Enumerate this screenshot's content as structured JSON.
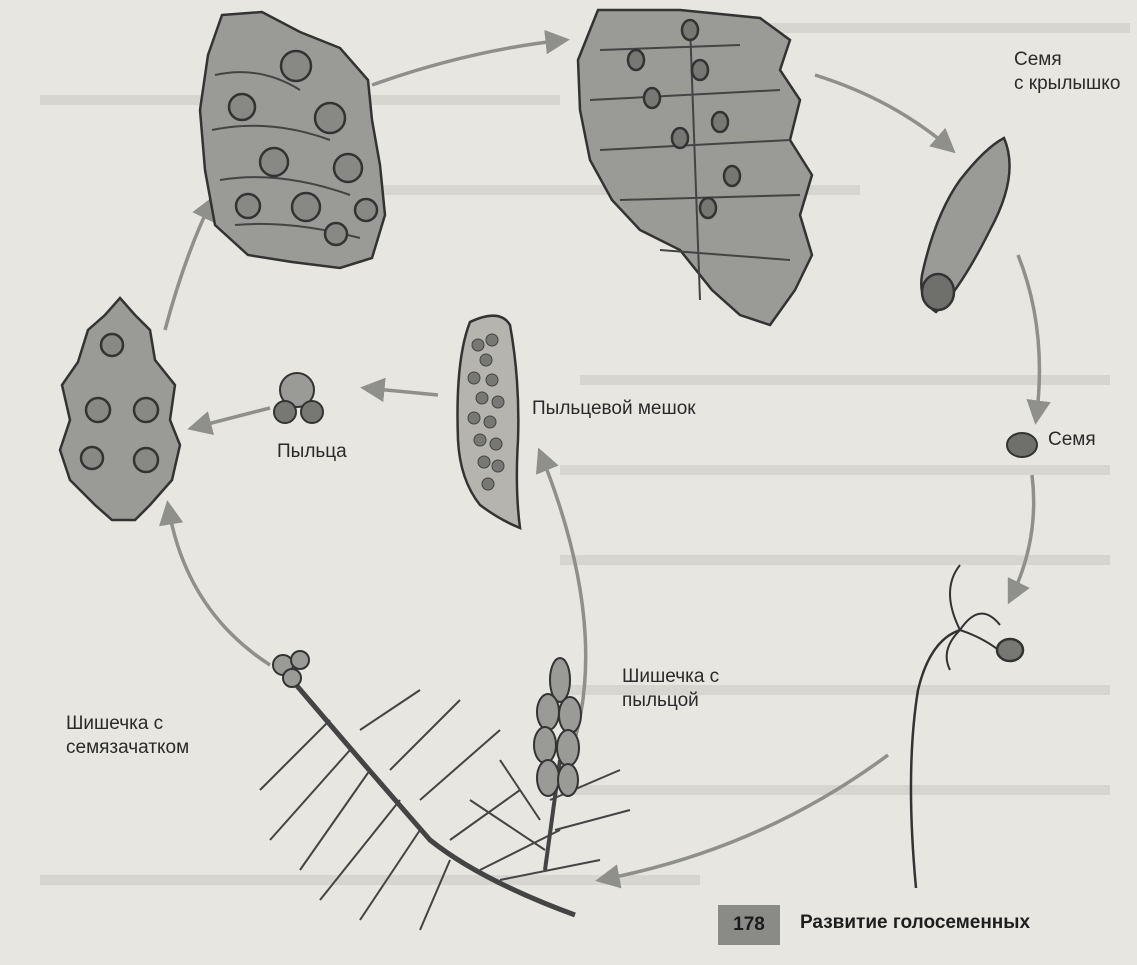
{
  "labels": {
    "seed_with_wing": "Семя\nс крылышко",
    "seed": "Семя",
    "pollen_sac": "Пыльцевой мешок",
    "pollen": "Пыльца",
    "male_cone": "Шишечка с\nпыльцой",
    "female_cone": "Шишечка с\nсемязачатком"
  },
  "footer": {
    "page_number": "178",
    "caption": "Развитие голосеменных"
  },
  "colors": {
    "background": "#e7e6e1",
    "cone_fill": "#9a9a96",
    "arrow": "#8f8f8b",
    "ink": "#2a2a2a"
  }
}
